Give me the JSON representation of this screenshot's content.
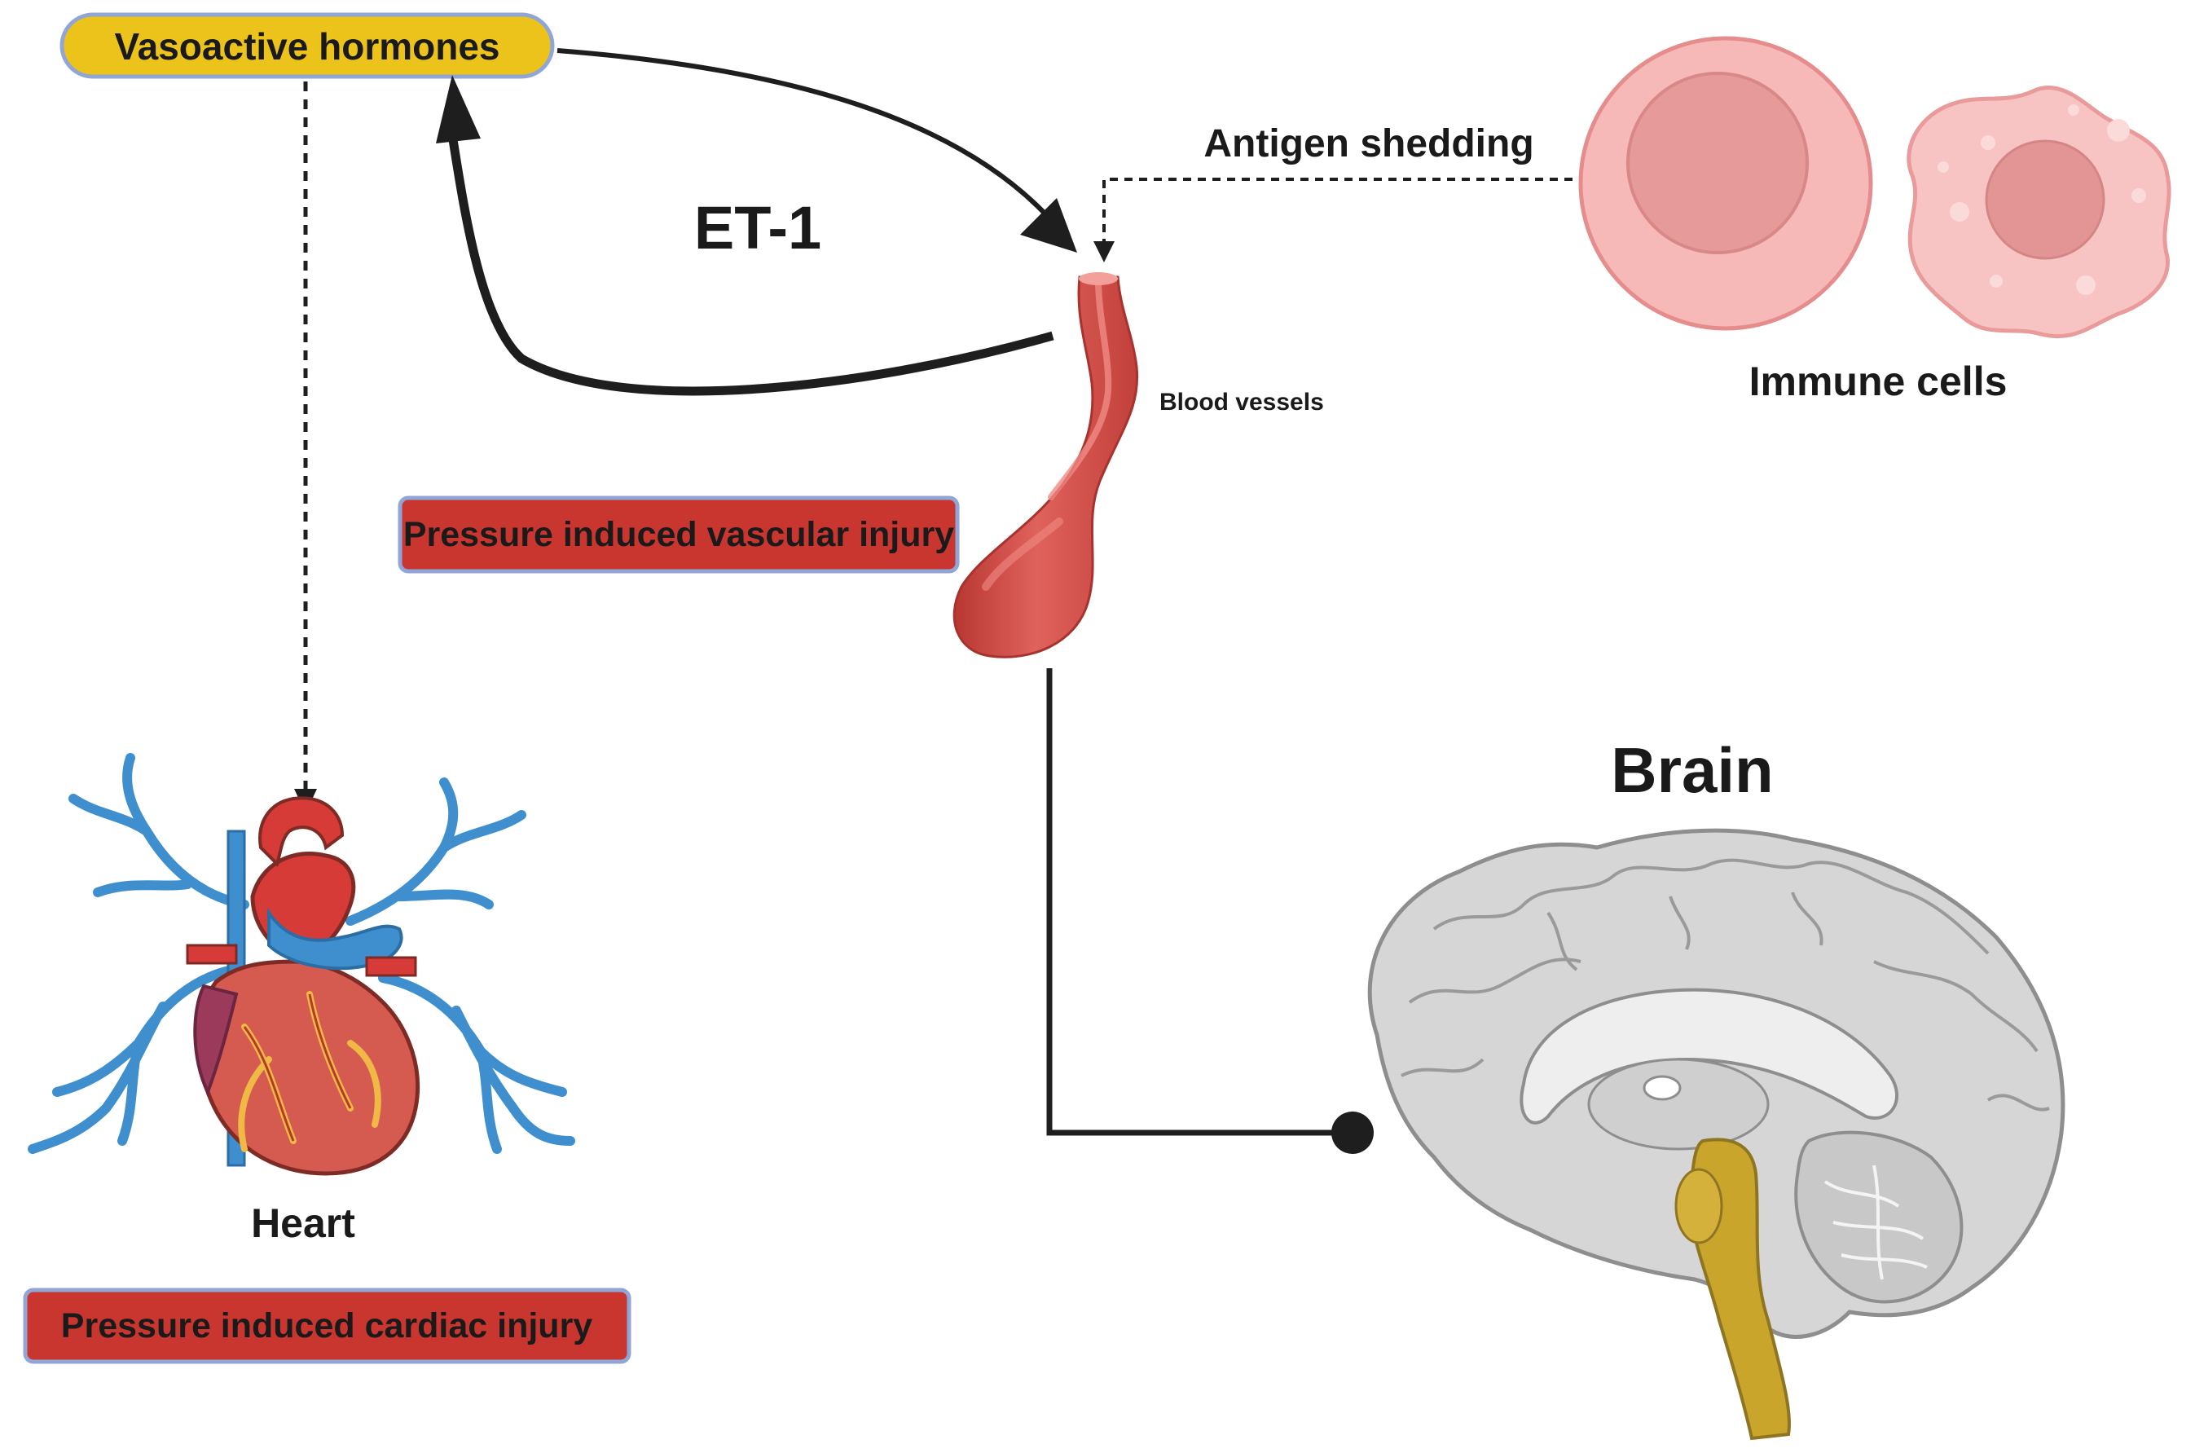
{
  "labels": {
    "vasoactive": "Vasoactive hormones",
    "et1": "ET-1",
    "antigen": "Antigen shedding",
    "immune": "Immune cells",
    "vessels": "Blood vessels",
    "vascular_injury": "Pressure induced vascular injury",
    "heart": "Heart",
    "cardiac_injury": "Pressure induced cardiac injury",
    "brain": "Brain"
  },
  "colors": {
    "pill_fill": "#ecc31b",
    "pill_border": "#8fa6d6",
    "injury_fill": "#c9362f",
    "injury_border": "#8fa6d6",
    "arrow": "#1e1e1e",
    "vessel": "#d9534e",
    "cell": "#f6b9b8",
    "nucleus": "#e79a9a",
    "brain": "#d6d6d6",
    "brainstem": "#c9a52c",
    "heart_red": "#d63b37",
    "heart_blue": "#3f8fce"
  }
}
